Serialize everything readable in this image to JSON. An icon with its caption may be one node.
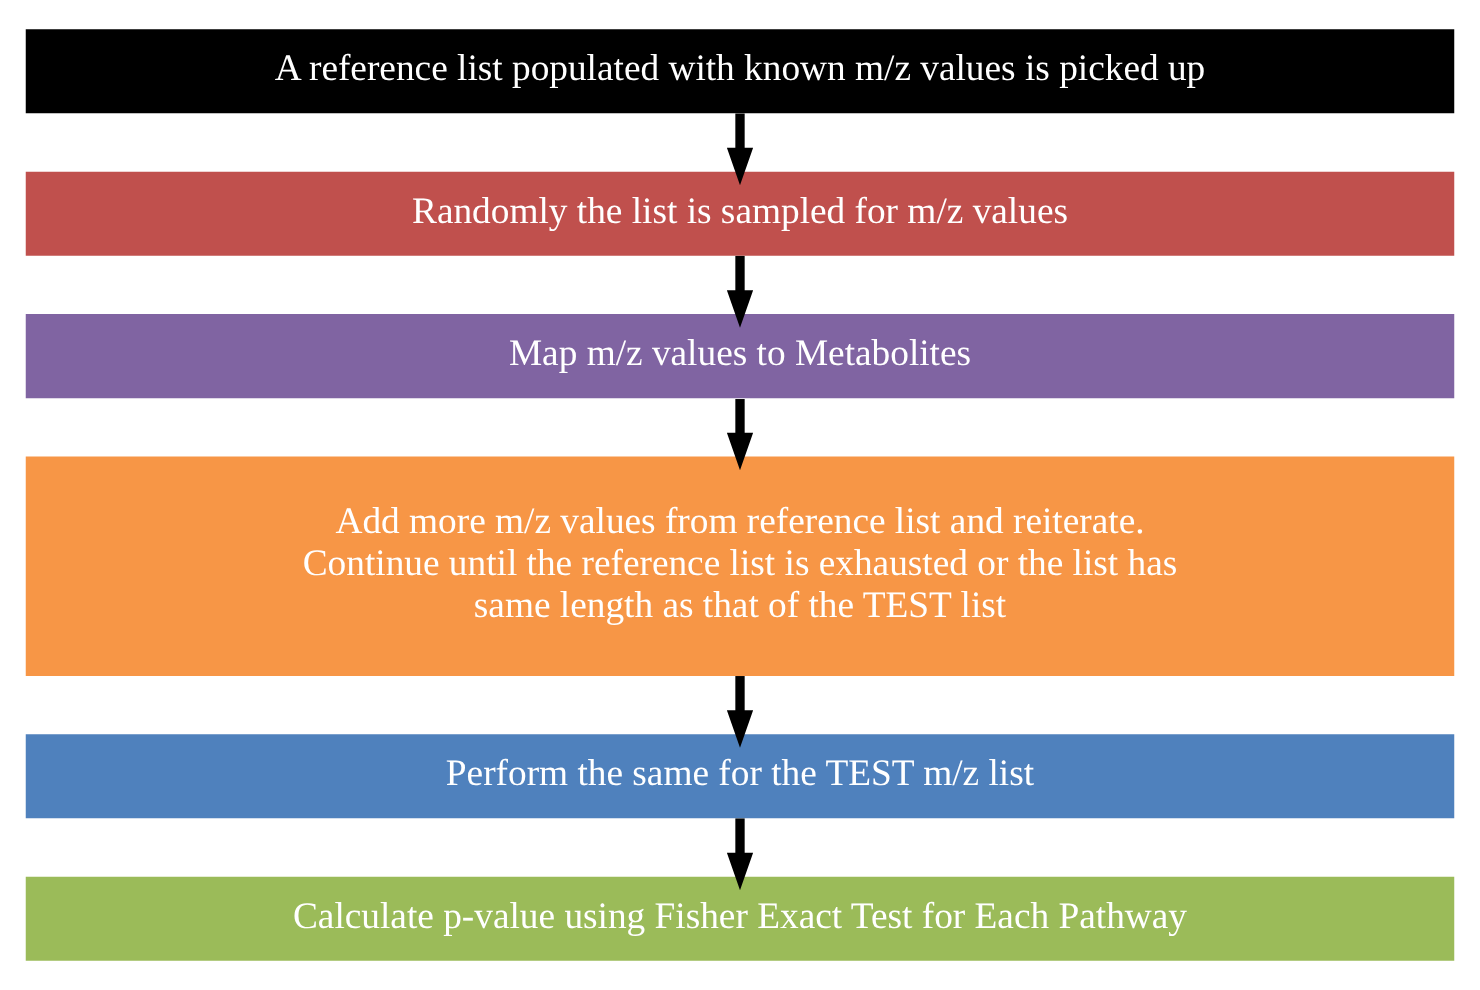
{
  "diagram": {
    "nodes": [
      {
        "text": [
          "A reference list populated with known m/z values is picked up"
        ]
      },
      {
        "text": [
          "Randomly the list is sampled for m/z values"
        ]
      },
      {
        "text": [
          "Map m/z values to Metabolites"
        ]
      },
      {
        "text": [
          "Add more m/z values from reference list and reiterate. Continue until the reference list is exhausted or the list has same length as that of the TEST list"
        ]
      },
      {
        "text": [
          "Perform the same for the TEST m/z list"
        ]
      },
      {
        "text": [
          "Calculate p-value using Fisher Exact Test for Each Pathway"
        ]
      }
    ],
    "edges": [
      {
        "from": 0,
        "to": 1,
        "arrow": "to"
      },
      {
        "from": 1,
        "to": 2,
        "arrow": "to"
      },
      {
        "from": 2,
        "to": 3,
        "arrow": "to"
      },
      {
        "from": 3,
        "to": 4,
        "arrow": "to"
      },
      {
        "from": 4,
        "to": 5,
        "arrow": "to"
      }
    ]
  }
}
